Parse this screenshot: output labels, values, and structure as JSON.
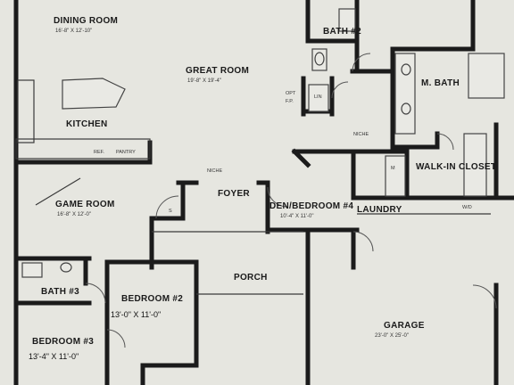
{
  "rooms": {
    "dining": {
      "name": "DINING ROOM",
      "dims": "16'-8\" X 12'-10\""
    },
    "great": {
      "name": "GREAT ROOM",
      "dims": "19'-8\" X 19'-4\""
    },
    "kitchen": {
      "name": "KITCHEN"
    },
    "bath2": {
      "name": "BATH #2"
    },
    "mbath": {
      "name": "M. BATH"
    },
    "walkin": {
      "name": "WALK-IN CLOSET"
    },
    "game": {
      "name": "GAME ROOM",
      "dims": "16'-8\" X 12'-0\""
    },
    "foyer": {
      "name": "FOYER"
    },
    "den": {
      "name": "DEN/BEDROOM #4",
      "dims": "10'-4\" X 11'-0\""
    },
    "laundry": {
      "name": "LAUNDRY"
    },
    "bath3": {
      "name": "BATH #3"
    },
    "bedroom2": {
      "name": "BEDROOM #2",
      "dims": "13'-0\" X 11'-0\""
    },
    "porch": {
      "name": "PORCH"
    },
    "garage": {
      "name": "GARAGE",
      "dims": "23'-0\" X 25'-0\""
    },
    "bedroom3": {
      "name": "BEDROOM #3",
      "dims": "13'-4\" X 11'-0\""
    }
  },
  "notes": {
    "ref": "REF.",
    "pantry": "PANTRY",
    "niche_left": "NICHE",
    "niche_right": "NICHE",
    "opt": "OPT",
    "fp": "F.P.",
    "lin": "LIN",
    "s": "S",
    "m": "M",
    "wd": "W/D"
  }
}
